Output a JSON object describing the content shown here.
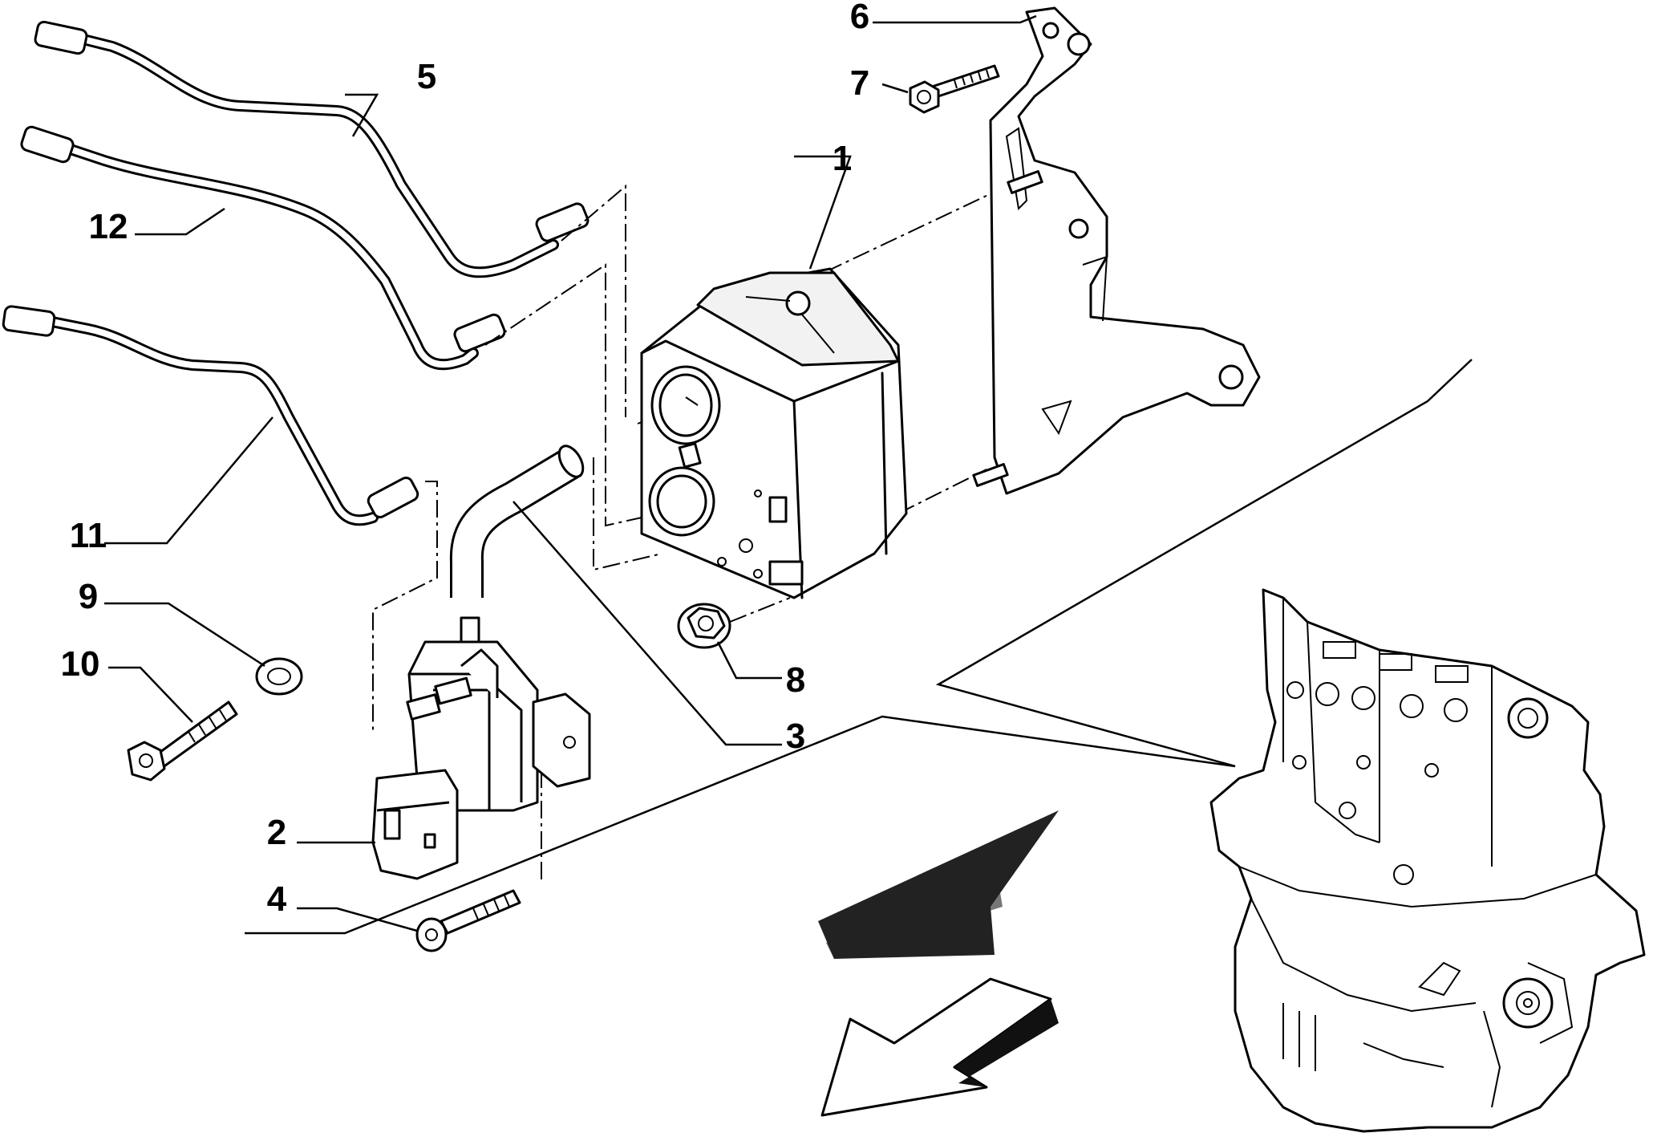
{
  "callouts": {
    "c1": "1",
    "c2": "2",
    "c3": "3",
    "c4": "4",
    "c5": "5",
    "c6": "6",
    "c7": "7",
    "c8": "8",
    "c9": "9",
    "c10": "10",
    "c11": "11",
    "c12": "12"
  },
  "colors": {
    "line": "#000000",
    "background": "#ffffff",
    "shade": "#d6d6d6"
  },
  "icons": {
    "direction_arrow": "forward-direction-arrow-icon"
  }
}
